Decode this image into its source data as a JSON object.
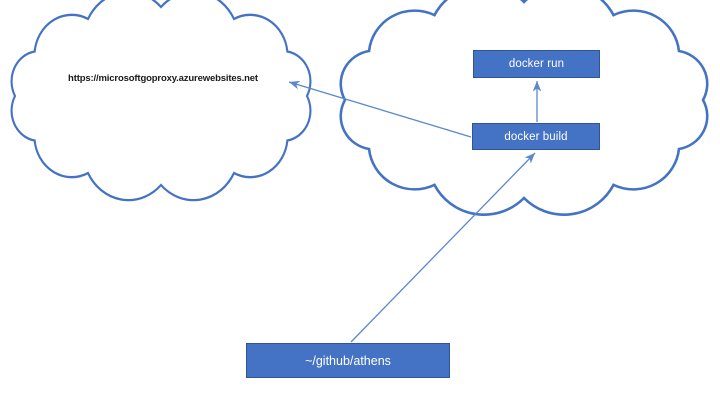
{
  "diagram": {
    "title": "",
    "background_color": "#ffffff",
    "accent_color": "#4472c4",
    "node_border_color": "#2f5597",
    "edge_color": "#5b87ce",
    "clouds": [
      {
        "id": "proxy-cloud",
        "label": "https://microsoftgoproxy.azurewebsites.net"
      },
      {
        "id": "docker-cloud",
        "label": ""
      }
    ],
    "nodes": [
      {
        "id": "docker-run",
        "label": "docker run"
      },
      {
        "id": "docker-build",
        "label": "docker build"
      },
      {
        "id": "athens-dir",
        "label": "~/github/athens"
      }
    ],
    "edges": [
      {
        "from": "docker-build",
        "to": "proxy-cloud",
        "arrow": "at-proxy-cloud"
      },
      {
        "from": "docker-build",
        "to": "docker-run",
        "arrow": "at-docker-run"
      },
      {
        "from": "athens-dir",
        "to": "docker-build",
        "arrow": "at-docker-build"
      }
    ]
  }
}
